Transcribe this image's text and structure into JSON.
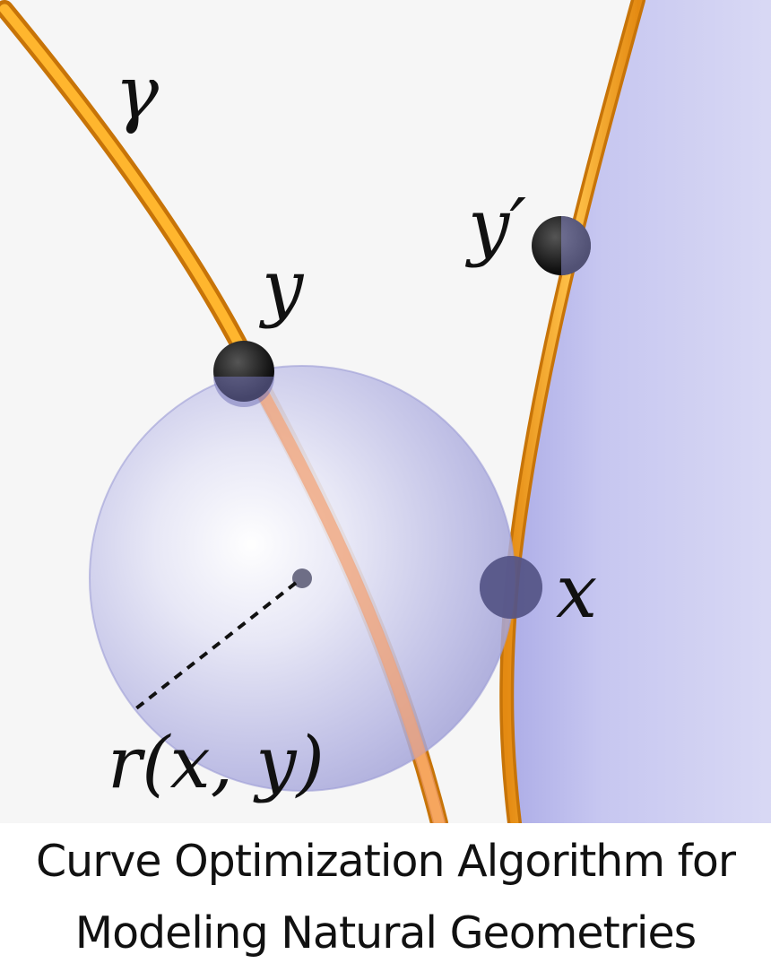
{
  "figure": {
    "labels": {
      "gamma": "γ",
      "y": "y",
      "y_prime": "y′",
      "x": "x",
      "r": "r(x, y)"
    },
    "colors": {
      "curve": "#f2a31e",
      "sphere": "#b9b9ea",
      "surface": "#c2c2ee",
      "point": "#1b1b1b"
    }
  },
  "caption": {
    "line1": "Curve Optimization Algorithm for",
    "line2": "Modeling Natural Geometries"
  }
}
